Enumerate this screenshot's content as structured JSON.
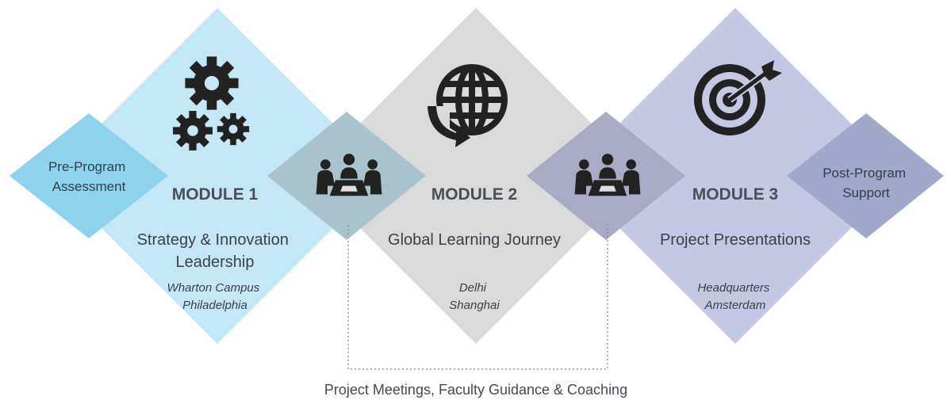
{
  "modules": [
    {
      "title": "MODULE 1",
      "subtitle_lines": [
        "Strategy & Innovation",
        "Leadership"
      ],
      "location_lines": [
        "Wharton Campus",
        "Philadelphia"
      ],
      "icon": "gears-icon",
      "color": "#c4e7f6"
    },
    {
      "title": "MODULE 2",
      "subtitle_lines": [
        "Global Learning Journey"
      ],
      "location_lines": [
        "Delhi",
        "Shanghai"
      ],
      "icon": "globe-icon",
      "color": "#dadada"
    },
    {
      "title": "MODULE 3",
      "subtitle_lines": [
        "Project Presentations"
      ],
      "location_lines": [
        "Headquarters",
        "Amsterdam"
      ],
      "icon": "target-icon",
      "color": "#c5c8e2"
    }
  ],
  "pre_program": {
    "lines": [
      "Pre-Program",
      "Assessment"
    ],
    "color": "#8fd2ee"
  },
  "post_program": {
    "lines": [
      "Post-Program",
      "Support"
    ],
    "color": "#a2a8cc"
  },
  "overlaps": [
    {
      "icon": "meeting-icon",
      "color": "#a9c3cd"
    },
    {
      "icon": "meeting-icon",
      "color": "#a9aac3"
    }
  ],
  "footer": {
    "text": "Project Meetings, Faculty Guidance & Coaching"
  }
}
